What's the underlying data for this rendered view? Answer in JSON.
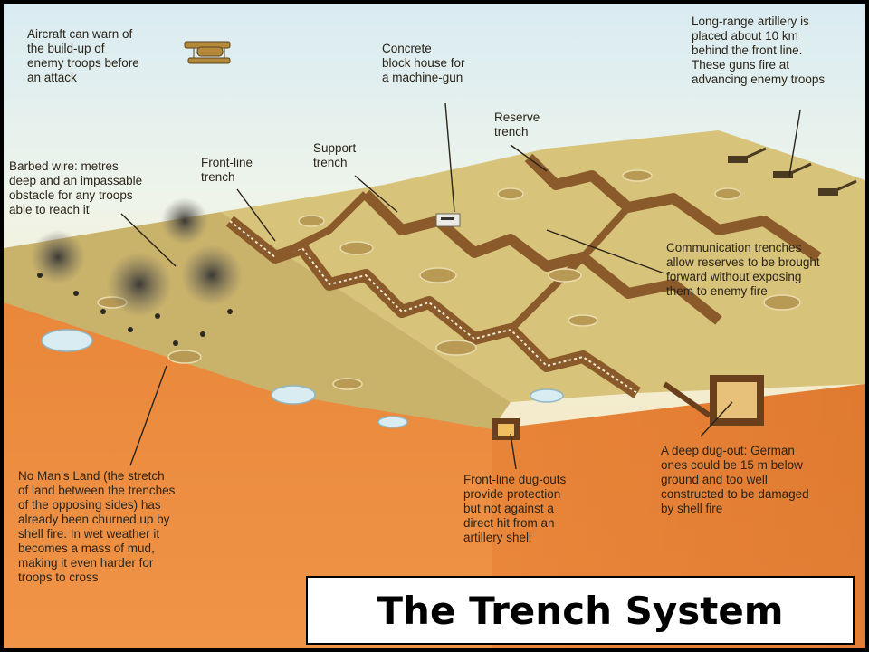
{
  "title": "The Trench System",
  "labels": {
    "aircraft": "Aircraft can warn of\nthe build-up of\nenemy troops before\nan attack",
    "blockhouse": "Concrete\nblock house for\na machine-gun",
    "artillery": "Long-range artillery is\nplaced about 10 km\nbehind the front line.\nThese guns fire at\nadvancing enemy troops",
    "reserve": "Reserve\ntrench",
    "support": "Support\ntrench",
    "frontline": "Front-line\ntrench",
    "barbed_wire": "Barbed wire: metres\ndeep and an impassable\nobstacle for any troops\nable to reach it",
    "communication": "Communication trenches\nallow reserves to be brought\nforward without exposing\nthem to enemy fire",
    "no_mans_land": "No Man's Land (the stretch\nof land between the trenches\nof the opposing sides) has\nalready been churned up by\nshell fire. In wet weather it\nbecomes a mass of mud,\nmaking it even harder for\ntroops to cross",
    "dugouts": "Front-line dug-outs\nprovide protection\nbut not against a\ndirect hit from an\nartillery shell",
    "deep_dugout": "A deep dug-out: German\nones could be 15 m below\nground and too well\nconstructed to be damaged\nby shell fire"
  }
}
